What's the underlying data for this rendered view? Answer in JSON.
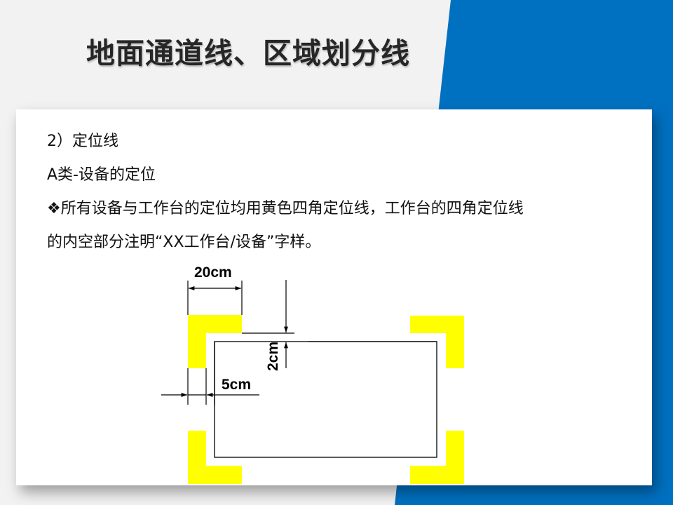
{
  "colors": {
    "accent_blue": "#0070C0",
    "background": "#F2F2F2",
    "card": "#FFFFFF",
    "marker_yellow": "#FFFF00",
    "title_text": "#262626"
  },
  "header": {
    "title": "地面通道线、区域划分线"
  },
  "content": {
    "lines": [
      "2）定位线",
      "A类-设备的定位",
      "❖所有设备与工作台的定位均用黄色四角定位线，工作台的四角定位线",
      "的内空部分注明“XX工作台/设备”字样。"
    ]
  },
  "diagram": {
    "labels": {
      "length": "20cm",
      "width": "5cm",
      "gap": "2cm"
    },
    "corner_markers": [
      "top-left",
      "top-right",
      "bottom-left",
      "bottom-right"
    ],
    "icons": [
      "arrow-icon",
      "dimension-line"
    ]
  }
}
